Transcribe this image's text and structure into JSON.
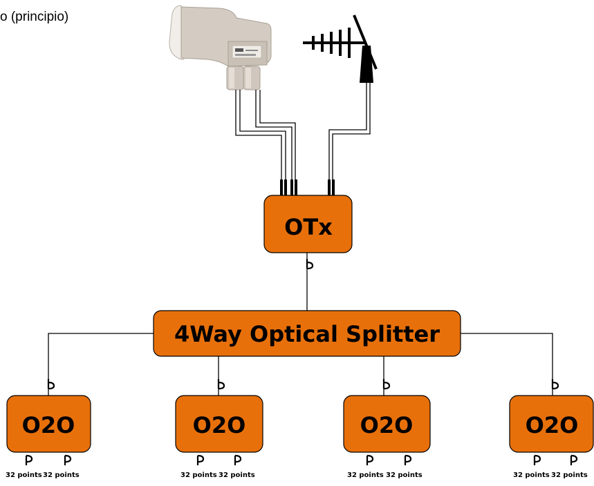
{
  "caption": "o (principio)",
  "colors": {
    "box_fill": "#e8700a",
    "line": "#000000",
    "lnb_body": "#cfc7bd",
    "lnb_dish": "#e6e2dc"
  },
  "devices": {
    "lnb": {
      "icon": "quad-lnb-icon"
    },
    "antenna": {
      "icon": "yagi-antenna-icon"
    }
  },
  "otx": {
    "label": "OTx"
  },
  "splitter": {
    "label": "4Way Optical Splitter"
  },
  "receivers": [
    {
      "label": "O2O",
      "outputs": [
        "32 points",
        "32 points"
      ]
    },
    {
      "label": "O2O",
      "outputs": [
        "32 points",
        "32 points"
      ]
    },
    {
      "label": "O2O",
      "outputs": [
        "32 points",
        "32 points"
      ]
    },
    {
      "label": "O2O",
      "outputs": [
        "32 points",
        "32 points"
      ]
    }
  ]
}
